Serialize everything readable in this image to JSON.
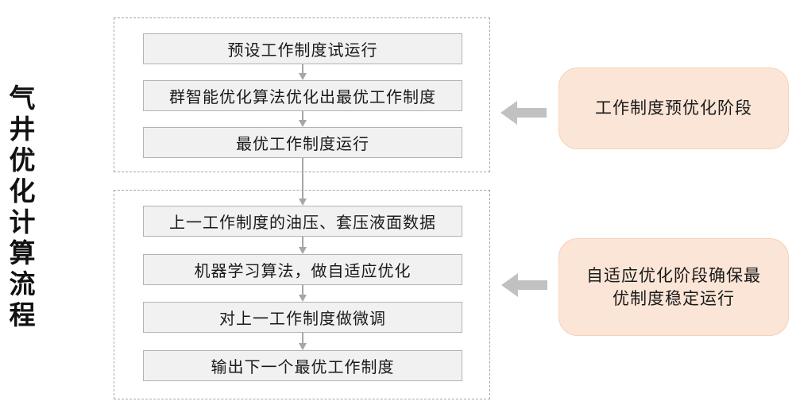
{
  "title": {
    "text": "气井优化计算流程"
  },
  "flow": {
    "stage1": {
      "steps": [
        "预设工作制度试运行",
        "群智能优化算法优化出最优工作制度",
        "最优工作制度运行"
      ]
    },
    "stage2": {
      "steps": [
        "上一工作制度的油压、套压液面数据",
        "机器学习算法，做自适应优化",
        "对上一工作制度做微调",
        "输出下一个最优工作制度"
      ]
    }
  },
  "callouts": {
    "stage1": {
      "label": "工作制度预优化阶段"
    },
    "stage2": {
      "label": "自适应优化阶段确保最优制度稳定运行",
      "lines": [
        "自适应优化阶段确保最",
        "优制度稳定运行"
      ]
    }
  },
  "colors": {
    "step_fill": "#f1f1f1",
    "step_border": "#b3b3b3",
    "stage_dashed_border": "#a6a6a6",
    "connector_arrow": "#a6a6a6",
    "big_arrow": "#c1c1c1",
    "callout_fill": "#fbe5d6",
    "callout_border": "#f4d2ba",
    "text": "#1a1a1a"
  }
}
